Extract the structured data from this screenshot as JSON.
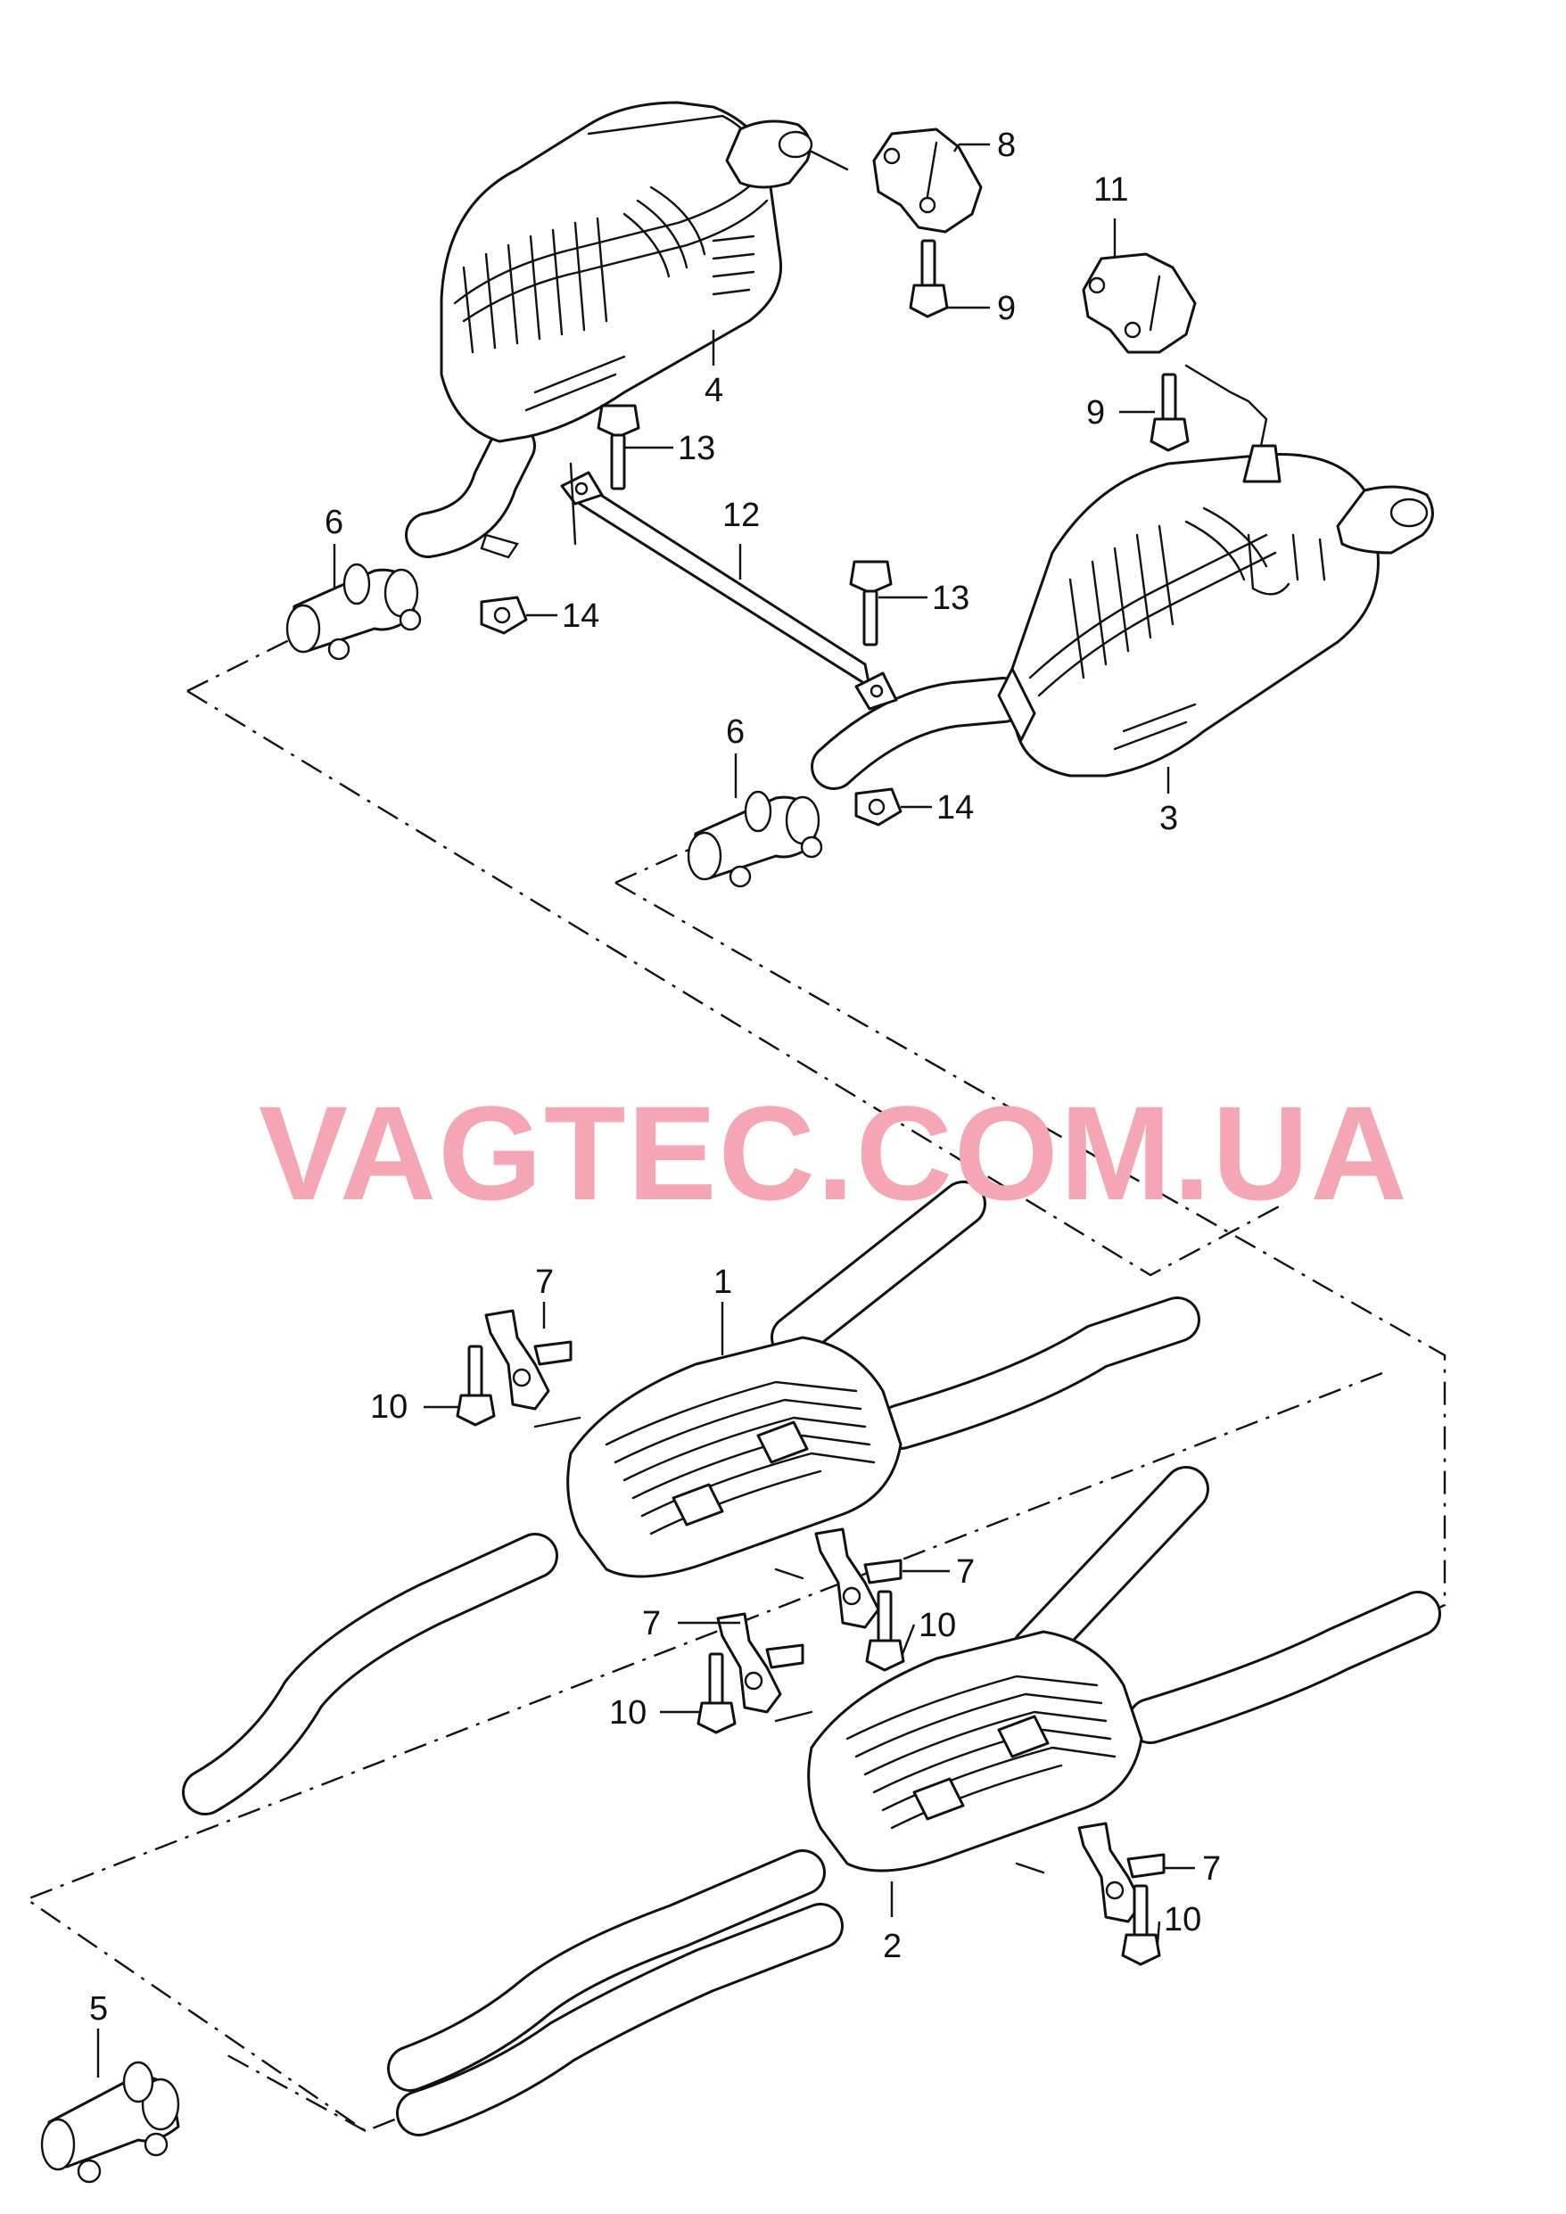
{
  "watermark": "VAGTEC.COM.UA",
  "callouts": {
    "c1": "1",
    "c2": "2",
    "c3": "3",
    "c4": "4",
    "c5": "5",
    "c6a": "6",
    "c6b": "6",
    "c7a": "7",
    "c7b": "7",
    "c7c": "7",
    "c7d": "7",
    "c8": "8",
    "c9a": "9",
    "c9b": "9",
    "c10a": "10",
    "c10b": "10",
    "c10c": "10",
    "c10d": "10",
    "c11": "11",
    "c12": "12",
    "c13a": "13",
    "c13b": "13",
    "c14a": "14",
    "c14b": "14"
  },
  "colors": {
    "line": "#111111",
    "watermark": "#f4a6b4",
    "background": "#ffffff"
  }
}
